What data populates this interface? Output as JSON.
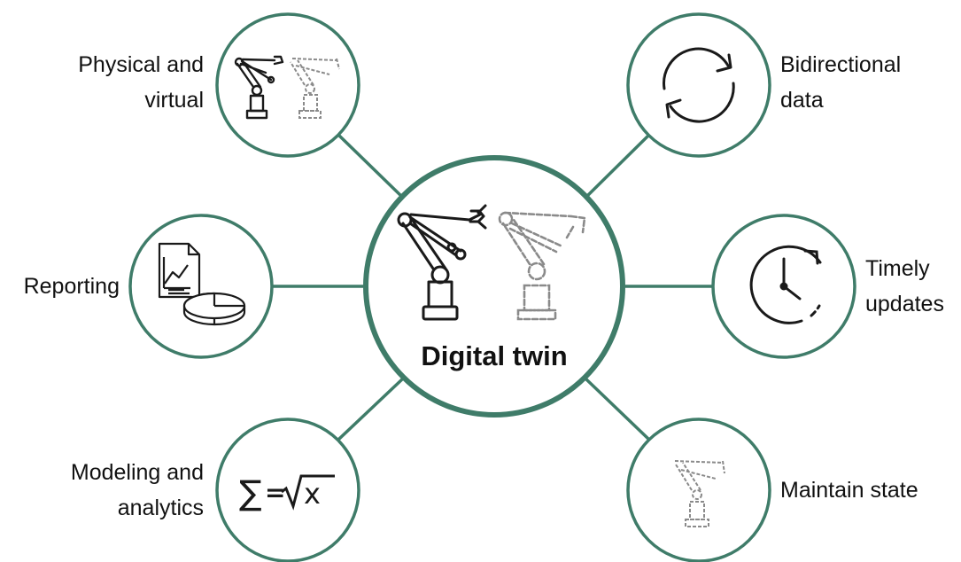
{
  "diagram": {
    "center": {
      "title": "Digital twin"
    },
    "nodes": [
      {
        "id": "physical-virtual",
        "lines": [
          "Physical and",
          "virtual"
        ],
        "icon": "robot-arm-physical-and-virtual-icon"
      },
      {
        "id": "bidirectional",
        "lines": [
          "Bidirectional",
          "data"
        ],
        "icon": "bidirectional-arrows-icon"
      },
      {
        "id": "reporting",
        "lines": [
          "Reporting"
        ],
        "icon": "report-document-pie-chart-icon"
      },
      {
        "id": "timely",
        "lines": [
          "Timely",
          "updates"
        ],
        "icon": "clock-refresh-icon"
      },
      {
        "id": "modeling",
        "lines": [
          "Modeling and",
          "analytics"
        ],
        "icon": "sigma-equals-sqrt-formula-icon"
      },
      {
        "id": "maintain",
        "lines": [
          "Maintain state"
        ],
        "icon": "virtual-robot-arm-icon"
      }
    ],
    "formula": {
      "sigma": "∑",
      "equals": "=",
      "radicand": "x"
    },
    "colors": {
      "ring": "#3f7c69",
      "icon": "#1a1a1a",
      "virtual": "#8a8a8a",
      "text": "#111111"
    }
  }
}
